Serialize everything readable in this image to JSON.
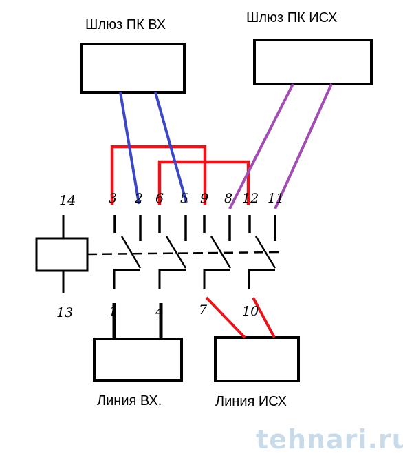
{
  "labels": {
    "gateway_in": "Шлюз ПК ВХ",
    "gateway_out": "Шлюз ПК ИСХ",
    "line_in": "Линия  ВХ.",
    "line_out": "Линия ИСХ"
  },
  "pins": {
    "p3": "3",
    "p2": "2",
    "p6": "6",
    "p5": "5",
    "p9": "9",
    "p8": "8",
    "p12": "12",
    "p11": "11",
    "p14": "14",
    "p13": "13",
    "p1": "1",
    "p4": "4",
    "p7": "7",
    "p10": "10"
  },
  "watermark": "tehnari.ru",
  "colors": {
    "red": "#e8141c",
    "blue": "#3a47c6",
    "purple": "#a24db3",
    "black": "#000000"
  }
}
